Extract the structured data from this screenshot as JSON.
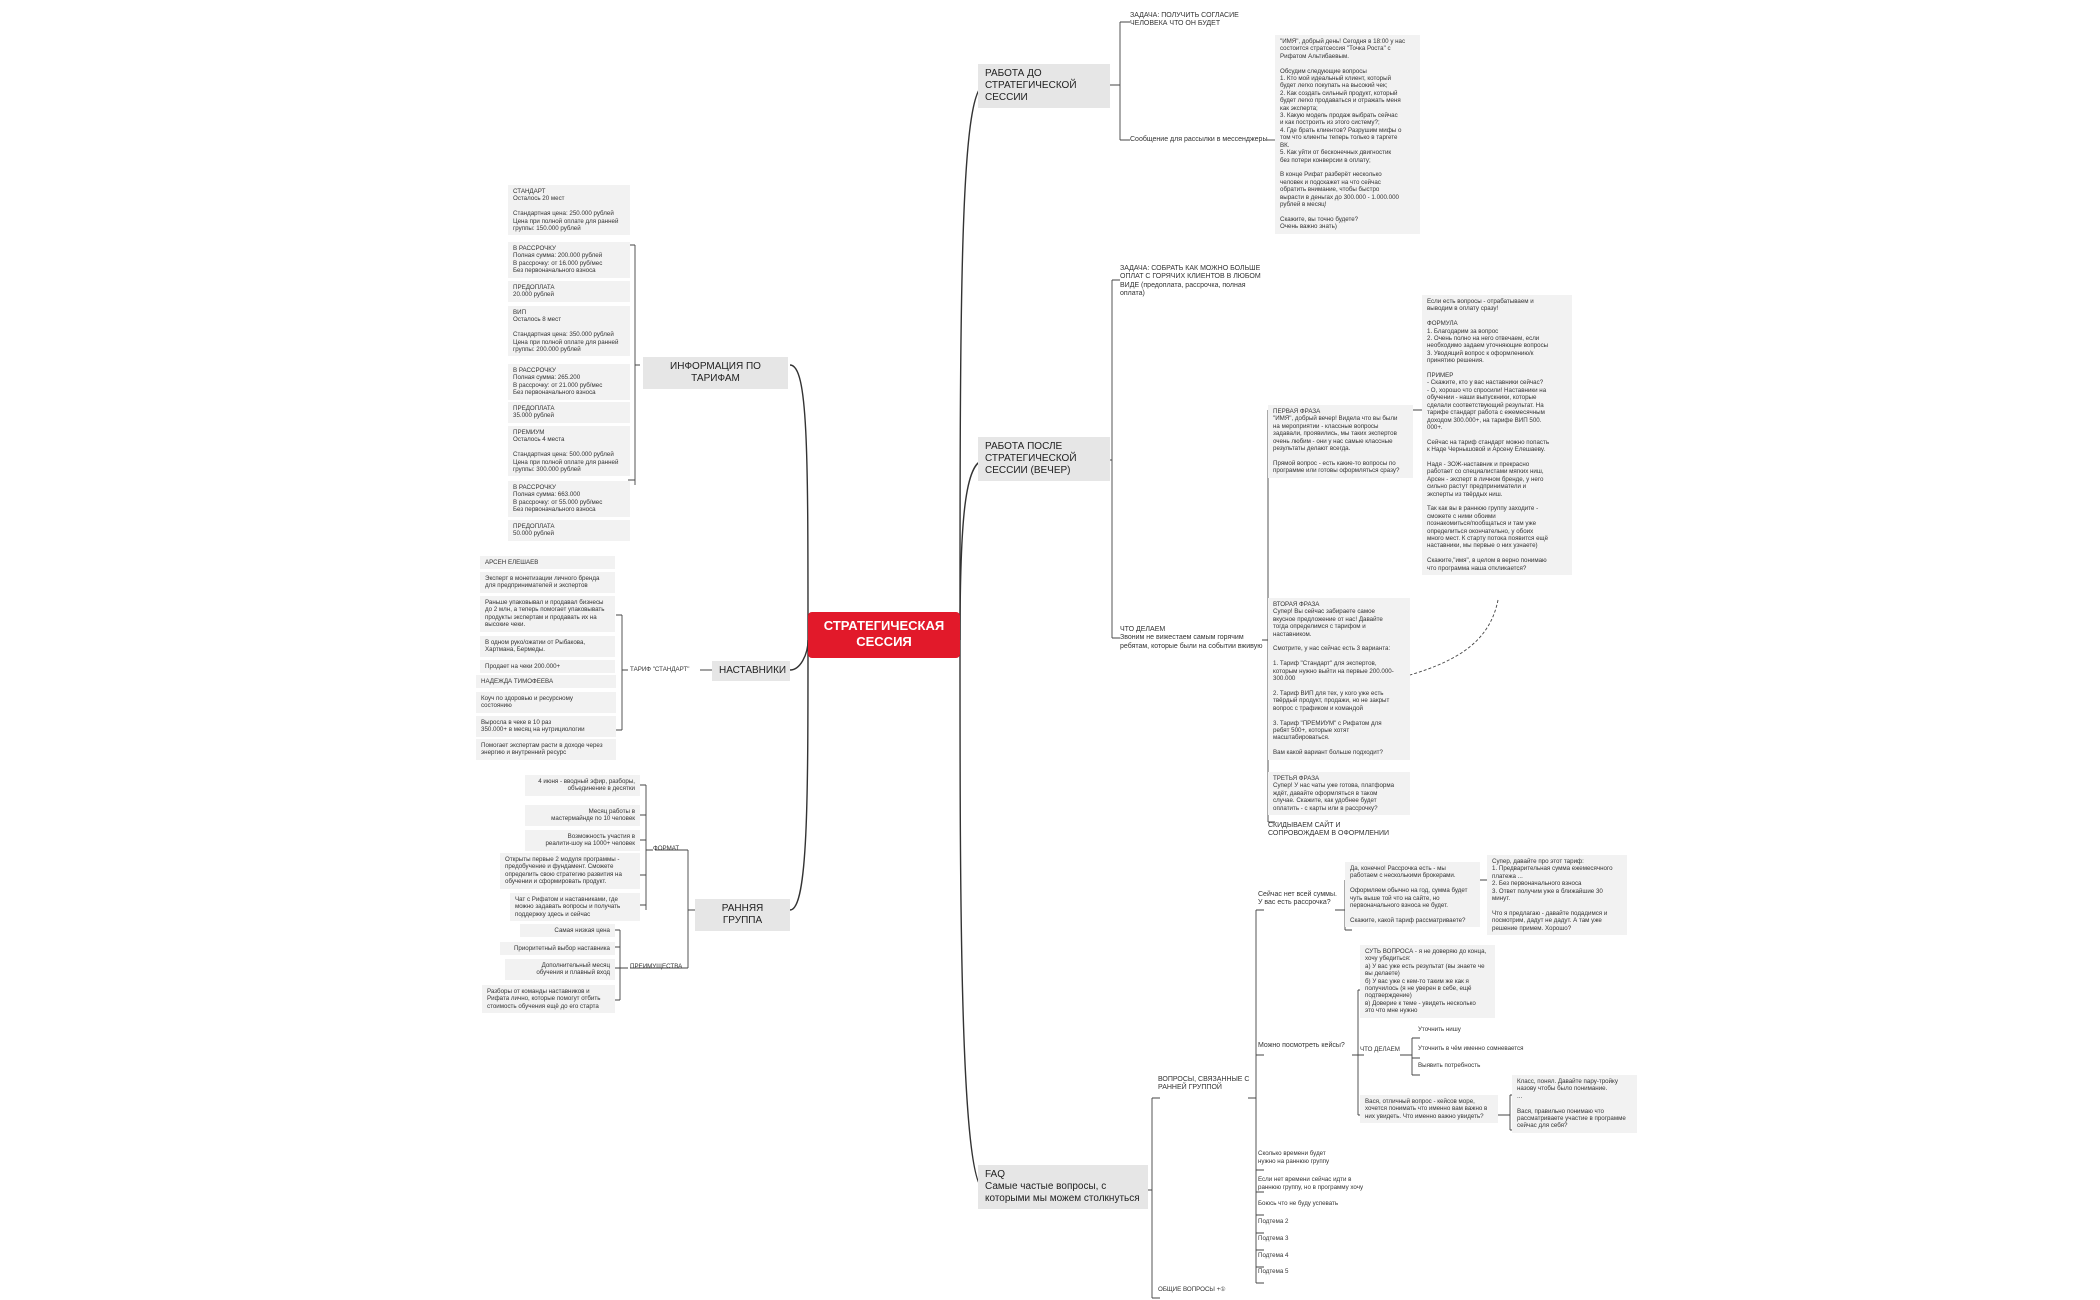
{
  "root": {
    "title": "СТРАТЕГИЧЕСКАЯ\nСЕССИЯ",
    "color": "#e2192a"
  },
  "right": {
    "b1": {
      "title": "РАБОТА ДО\nСТРАТЕГИЧЕСКОЙ СЕССИИ",
      "task": "ЗАДАЧА: ПОЛУЧИТЬ СОГЛАСИЕ\nЧЕЛОВЕКА ЧТО ОН БУДЕТ",
      "msg_label": "Сообщение для рассылки в мессенджеры",
      "msg_text": "\"ИМЯ\", добрый день! Сегодня в 18:00 у нас\nсостоится стратсессия \"Точка Роста\" с\nРифатом Альтибаевым.\n\nОбсудим следующие вопросы\n1. Кто мой идеальный клиент, который\nбудет легко покупать на высокий чек;\n2. Как создать сильный продукт, который\nбудет легко продаваться и отражать меня\nкак эксперта;\n3. Какую модель продаж выбрать сейчас\nи как построить из этого систему?;\n4. Где брать клиентов? Разрушим мифы о\nтом что клиенты теперь только в таргете\nВК.\n5. Как уйти от бесконечных двигностик\nбез потери конверсии в оплату;\n\nВ конце Рифат разберёт несколько\nчеловек и подскажет на что сейчас\nобратить внимание, чтобы быстро\nвырасти в деньгах до 300.000 - 1.000.000\nрублей в месяц!\n\nСкажите, вы точно будете?\nОчень важно знать)"
    },
    "b2": {
      "title": "РАБОТА ПОСЛЕ\nСТРАТЕГИЧЕСКОЙ\nСЕССИИ (ВЕЧЕР)",
      "task": "ЗАДАЧА: СОБРАТЬ КАК МОЖНО БОЛЬШЕ\nОПЛАТ С ГОРЯЧИХ КЛИЕНТОВ В ЛЮБОМ\nВИДЕ (предоплата, рассрочка, полная оплата)",
      "what": "ЧТО ДЕЛАЕМ\nЗвоним не вижестаем самым горячим\nребятам, которые были на событии вживую",
      "first": "ПЕРВАЯ ФРАЗА\n\"ИМЯ\", добрый вечер! Видела что вы были\nна мероприятии - классные вопросы\nзадавали, проявились, мы таких экспертов\nочень любим - они у нас самые классные\nрезультаты делают всегда.\n\nПрямой вопрос - есть какие-то вопросы по\nпрограмме или готовы оформляться сразу?",
      "note": "Если есть вопросы - отрабатываем и\nвыводим в оплату сразу!\n\nФОРМУЛА\n1. Благодарим за вопрос\n2. Очень полно на него отвечаем, если\nнеобходимо задаем уточняющие вопросы\n3. Уводящий вопрос к оформлению/к\nпринятию решения.\n\nПРИМЕР\n- Скажите, кто у вас наставники сейчас?\n- О, хорошо что спросили! Наставники на\nобучении - наши выпускники, которые\nсделали соответствующий результат. На\nтарифе стандарт работа с ежемесячным\nдоходом 300.000+, на тарифе ВИП 500.\n000+.\n\nСейчас на тариф стандарт можно попасть\nк Наде Чернышовой и Арсену Елешаеву.\n\nНадя - ЗОЖ-наставник и прекрасно\nработает со специалистами мягких ниш,\nАрсен - эксперт в личном бренде, у него\nсильно растут предприниматели и\nэксперты из твёрдых ниш.\n\nТак как вы в раннюю группу заходите -\nсможете с ними обоими\nпознакомиться/пообщаться и там уже\nопределиться окончательно, у обоих\nмного мест. К старту потока появится ещё\nнаставники, мы первые о них узнаете)\n\nСкажите,\"имя\", в целом в верно понимаю\nчто программа наша откликается?",
      "second": "ВТОРАЯ ФРАЗА\nСупер! Вы сейчас забираете самое\nвкусное предложение от нас! Давайте\nтогда определимся с тарифом и\nнаставником.\n\nСмотрите, у нас сейчас есть 3 варианта:\n\n1. Тариф \"Стандарт\" для экспертов,\nкоторым нужно выйти на первые 200.000-\n300.000\n\n2. Тариф ВИП для тех, у кого уже есть\nтвёрдый продукт, продажи, но не закрыт\nвопрос с трафиком и командой\n\n3. Тариф \"ПРЕМИУМ\" с Рифатом для\nребят 500+, которые хотят\nмасштабироваться.\n\nВам какой вариант больше подходит?",
      "third": "ТРЕТЬЯ ФРАЗА\nСупер! У нас чаты уже готова, платформа\nждёт, давайте оформляться в таком\nслучае. Скажите, как удобнее будет\nоплатить - с карты или в рассрочку?",
      "close": "СКИДЫВАЕМ САЙТ И\nСОПРОВОЖДАЕМ В ОФОРМЛЕНИИ"
    },
    "b3": {
      "title": "FAQ\nСамые частые вопросы, с\nкоторыми мы можем столкнуться",
      "group": "ВОПРОСЫ, СВЯЗАННЫЕ С\nРАННЕЙ ГРУППОЙ",
      "q1": "Сейчас нет всей суммы.\nУ вас есть рассрочка?",
      "a1": "Да, конечно! Рассрочка есть - мы\nработаем с несколькими брокерами.\n\nОформляем обычно на год, сумма будет\nчуть выше той что на сайте, но\nпервоначального взноса не будет.\n\nСкажите, какой тариф рассматриваете?",
      "a1b": "Супер, давайте про этот тариф:\n1. Предварительная сумма ежемесячного\nплатежа ...\n2. Без первоначального взноса\n3. Ответ получим уже в ближайшие 30\nминут.\n\nЧто я предлагаю - давайте подадимся и\nпосмотрим, дадут не дадут. А там уже\nрешение примем. Хорошо?",
      "q2": "Можно посмотреть кейсы?",
      "a2": "СУТЬ ВОПРОСА - я не доверяю до конца,\nхочу убедиться:\nа) У вас уже есть результат (вы знаете че\nвы делаете)\nб) У вас уже с кем-то таким же как я\nполучилось (я не уверен в себе, ещё\nподтверждение)\nв) Доверие к теме - увидеть несколько\nэто что мне нужно",
      "what2": "ЧТО ДЕЛАЕМ",
      "w1": "Уточнить нишу",
      "w2": "Уточнить в чём именно сомневается",
      "w3": "Выявить потребность",
      "a2b": "Вася, отличный вопрос - кейсов море,\nхочется понимать что именно вам важно в\nних увидеть. Что именно важно увидеть?",
      "a2c": "Класс, понял. Давайте пару-тройку\nназову чтобы было понимание.\n...\n\nВася, правильно понимаю что\nрассматриваете участие в программе\nсейчас для себя?",
      "q3": "Сколько времени будет\nнужно на раннюю группу",
      "q4": "Если нет времени сейчас идти в\nраннюю группу, но в программу хочу",
      "q5": "Боюсь что не буду успевать",
      "p2": "Подтема 2",
      "p3": "Подтема 3",
      "p4": "Подтема 4",
      "p5": "Подтема 5",
      "general": "ОБЩИЕ ВОПРОСЫ +①"
    }
  },
  "left": {
    "tariffs": {
      "title": "ИНФОРМАЦИЯ ПО ТАРИФАМ",
      "items": [
        "СТАНДАРТ\nОсталось 20 мест\n\nСтандартная цена: 250.000 рублей\nЦена при полной оплате для ранней\nгруппы: 150.000 рублей",
        "В РАССРОЧКУ\nПолная сумма: 200.000 рублей\nВ рассрочку: от 16.000 руб/мес\nБез первоначального взноса",
        "ПРЕДОПЛАТА\n20.000 рублей",
        "ВИП\nОсталось 8 мест\n\nСтандартная цена: 350.000 рублей\nЦена при полной оплате для ранней\nгруппы: 200.000 рублей",
        "В РАССРОЧКУ\nПолная сумма: 265.200\nВ рассрочку: от 21.000 руб/мес\nБез первоначального взноса",
        "ПРЕДОПЛАТА\n35.000 рублей",
        "ПРЕМИУМ\nОсталось 4 места\n\nСтандартная цена: 500.000 рублей\nЦена при полной оплате для ранней\nгруппы: 300.000 рублей",
        "В РАССРОЧКУ\nПолная сумма: 663.000\nВ рассрочку: от 55.000 руб/мес\nБез первоначального взноса",
        "ПРЕДОПЛАТА\n50.000 рублей"
      ]
    },
    "mentors": {
      "title": "НАСТАВНИКИ",
      "tariff": "ТАРИФ \"СТАНДАРТ\"",
      "items": [
        "АРСЕН ЕЛЕШАЕВ",
        "Эксперт в монетизации личного бренда\nдля предпринимателей и экспертов",
        "Раньше упаковывал и продавал бизнесы\nдо 2 млн, а теперь помогает упаковывать\nпродукты экспертам и продавать их на\nвысокие чеки.",
        "В одном руко/ожатии от Рыбакова,\nХартмана, Бермеды.",
        "Продает на чеки 200.000+",
        "НАДЕЖДА ТИМОФЕЕВА",
        "Коуч по здоровью и ресурсному\nсостоянию",
        "Выросла в чеке в 10 раз\n350.000+ в месяц на нутрициологии",
        "Помогает экспертам расти в доходе через\nэнергию и внутренний ресурс"
      ]
    },
    "early": {
      "title": "РАННЯЯ ГРУППА",
      "format": "ФОРМАТ",
      "format_items": [
        "4 июня - вводный эфир, разборы,\nобъединение в десятки",
        "Месяц работы в\nмастермайнде по 10 человек",
        "Возможность участия в\nреалити-шоу на 1000+ человек",
        "Открыты первые 2 модуля программы -\nпредобучение и фундамент. Сможете\nопределить свою стратегию развития на\nобучении и сформировать продукт.",
        "Чат с Рифатом и наставниками, где\nможно задавать вопросы и получать\nподдержку здесь и сейчас"
      ],
      "benefits": "ПРЕИМУЩЕСТВА",
      "benefit_items": [
        "Самая низкая цена",
        "Приоритетный выбор наставника",
        "Дополнительный месяц\nобучения и плавный вход",
        "Разборы от команды наставников и\nРифата лично, которые помогут отбить\nстоимость обучения ещё до его старта"
      ]
    }
  }
}
